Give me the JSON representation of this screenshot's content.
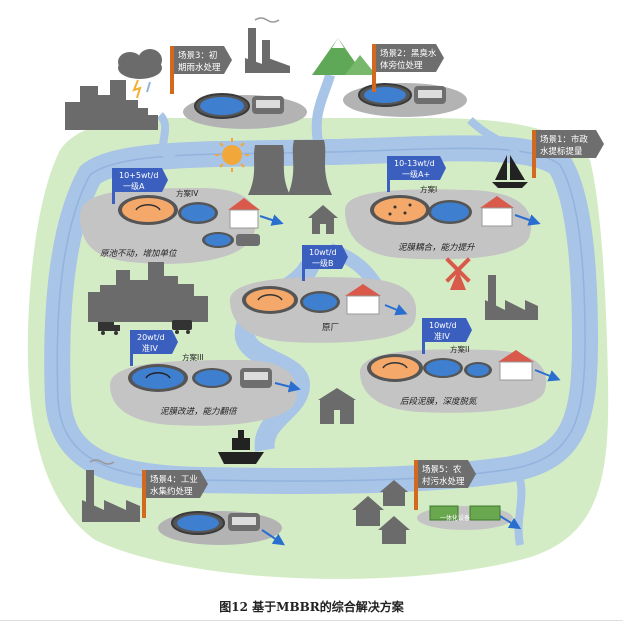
{
  "scenarios": [
    {
      "tag": "场景3：初",
      "tag2": "期雨水处理"
    },
    {
      "tag": "场景2：黑臭水",
      "tag2": "体旁位处理"
    },
    {
      "tag": "场景1：市政",
      "tag2": "水提标提量"
    },
    {
      "tag": "场景4：工业",
      "tag2": "水集约处理"
    },
    {
      "tag": "场景5：农",
      "tag2": "村污水处理"
    }
  ],
  "schemes": [
    {
      "flag": "10+5wt/d",
      "flag2": "一级A",
      "title": "方案IV",
      "slogan": "原池不动，增加单位"
    },
    {
      "flag": "10-13wt/d",
      "flag2": "一级A+",
      "title": "方案I",
      "slogan": "泥膜耦合，能力提升"
    },
    {
      "flag": "10wt/d",
      "flag2": "一级B",
      "title": "原厂"
    },
    {
      "flag": "20wt/d",
      "flag2": "准IV",
      "title": "方案III",
      "slogan": "泥膜改进，能力翻倍"
    },
    {
      "flag": "10wt/d",
      "flag2": "准IV",
      "title": "方案II",
      "slogan": "后段泥膜，深度脱氮"
    }
  ],
  "integrated_unit": "一体化设备",
  "caption": "图12 基于MBBR的综合解决方案",
  "colors": {
    "land": "#d4ecc6",
    "river": "#a8c4e6",
    "river_edge": "#7da3d6",
    "building": "#6b6b6b",
    "flag_blue": "#3a5fbf",
    "tag_grey": "#6e6e6e",
    "tank_orange": "#f4a86a",
    "tank_blue": "#3e7fcf",
    "platform": "#b3b3b3",
    "roof_red": "#d95a4a"
  },
  "icons": [
    "rain-cloud-icon",
    "factory-icon",
    "mountain-icon",
    "sun-icon",
    "cooling-tower-icon",
    "sailboat-icon",
    "house-icon",
    "windmill-icon",
    "city-skyline-icon",
    "truck-icon",
    "bus-icon",
    "ship-icon",
    "school-icon",
    "village-icon"
  ]
}
